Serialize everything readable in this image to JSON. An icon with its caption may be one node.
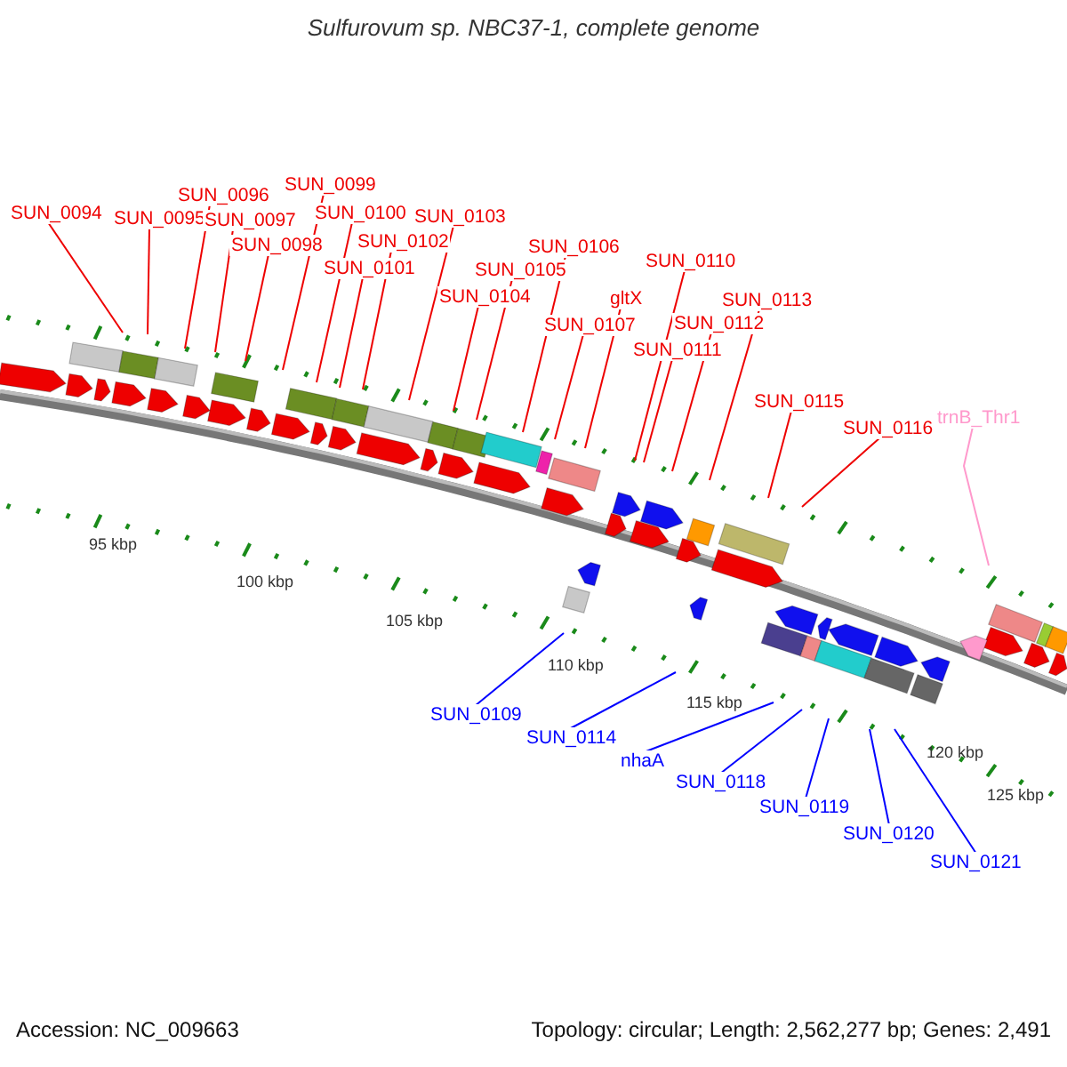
{
  "diagram": {
    "title": "Sulfurovum sp. NBC37-1, complete genome",
    "nodes": [
      {
        "text": [
          "SUN_0094"
        ]
      },
      {
        "text": [
          "SUN_0095"
        ]
      },
      {
        "text": [
          "SUN_0096"
        ]
      },
      {
        "text": [
          "SUN_0097"
        ]
      },
      {
        "text": [
          "SUN_0098"
        ]
      },
      {
        "text": [
          "SUN_0099"
        ]
      },
      {
        "text": [
          "SUN_0100"
        ]
      },
      {
        "text": [
          "SUN_0101"
        ]
      },
      {
        "text": [
          "SUN_0102"
        ]
      },
      {
        "text": [
          "SUN_0103"
        ]
      },
      {
        "text": [
          "SUN_0104"
        ]
      },
      {
        "text": [
          "SUN_0105"
        ]
      },
      {
        "text": [
          "SUN_0106"
        ]
      },
      {
        "text": [
          "SUN_0107"
        ]
      },
      {
        "text": [
          "gltX"
        ]
      },
      {
        "text": [
          "SUN_0110"
        ]
      },
      {
        "text": [
          "SUN_0111"
        ]
      },
      {
        "text": [
          "SUN_0112"
        ]
      },
      {
        "text": [
          "SUN_0113"
        ]
      },
      {
        "text": [
          "SUN_0115"
        ]
      },
      {
        "text": [
          "SUN_0116"
        ]
      },
      {
        "text": [
          "trnB_Thr1"
        ]
      },
      {
        "text": [
          "SUN_0109"
        ]
      },
      {
        "text": [
          "SUN_0114"
        ]
      },
      {
        "text": [
          "nhaA"
        ]
      },
      {
        "text": [
          "SUN_0118"
        ]
      },
      {
        "text": [
          "SUN_0119"
        ]
      },
      {
        "text": [
          "SUN_0120"
        ]
      },
      {
        "text": [
          "SUN_0121"
        ]
      }
    ],
    "edges": [
      {
        "from": 0,
        "to": null,
        "arrow": "none"
      },
      {
        "from": 1,
        "to": null,
        "arrow": "none"
      },
      {
        "from": 2,
        "to": null,
        "arrow": "none"
      },
      {
        "from": 3,
        "to": null,
        "arrow": "none"
      },
      {
        "from": 4,
        "to": null,
        "arrow": "none"
      },
      {
        "from": 5,
        "to": null,
        "arrow": "none"
      },
      {
        "from": 6,
        "to": null,
        "arrow": "none"
      },
      {
        "from": 7,
        "to": null,
        "arrow": "none"
      },
      {
        "from": 8,
        "to": null,
        "arrow": "none"
      },
      {
        "from": 9,
        "to": null,
        "arrow": "none"
      },
      {
        "from": 10,
        "to": null,
        "arrow": "none"
      },
      {
        "from": 11,
        "to": null,
        "arrow": "none"
      },
      {
        "from": 12,
        "to": null,
        "arrow": "none"
      },
      {
        "from": 13,
        "to": null,
        "arrow": "none"
      },
      {
        "from": 14,
        "to": null,
        "arrow": "none"
      },
      {
        "from": 15,
        "to": null,
        "arrow": "none"
      },
      {
        "from": 16,
        "to": null,
        "arrow": "none"
      },
      {
        "from": 17,
        "to": null,
        "arrow": "none"
      },
      {
        "from": 18,
        "to": null,
        "arrow": "none"
      },
      {
        "from": 19,
        "to": null,
        "arrow": "none"
      },
      {
        "from": 20,
        "to": null,
        "arrow": "none"
      },
      {
        "from": 21,
        "to": null,
        "arrow": "none",
        "color": "#ff99cc"
      },
      {
        "from": 22,
        "to": null,
        "arrow": "none",
        "color": "#0000ff"
      },
      {
        "from": 23,
        "to": null,
        "arrow": "none",
        "color": "#0000ff"
      },
      {
        "from": 24,
        "to": null,
        "arrow": "none",
        "color": "#0000ff"
      },
      {
        "from": 25,
        "to": null,
        "arrow": "none",
        "color": "#0000ff"
      },
      {
        "from": 26,
        "to": null,
        "arrow": "none",
        "color": "#0000ff"
      },
      {
        "from": 27,
        "to": null,
        "arrow": "none",
        "color": "#0000ff"
      },
      {
        "from": 28,
        "to": null,
        "arrow": "none",
        "color": "#0000ff"
      }
    ],
    "labels": [
      "95 kbp",
      "100 kbp",
      "105 kbp",
      "110 kbp",
      "115 kbp",
      "120 kbp",
      "125 kbp",
      "Accession: NC_009663",
      "Topology: circular; Length: 2,562,277 bp; Genes: 2,491"
    ]
  }
}
